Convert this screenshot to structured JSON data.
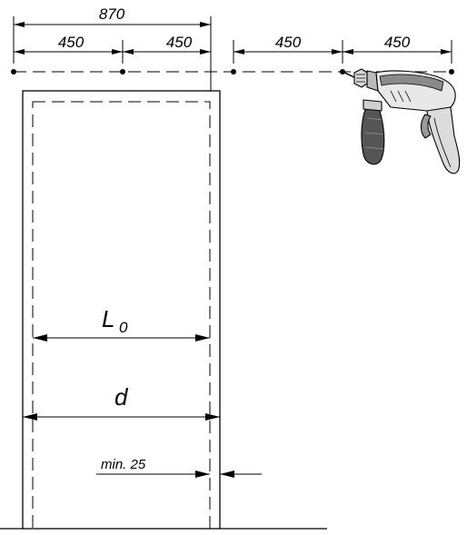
{
  "dimensions": {
    "total": "870",
    "spacing_1": "450",
    "spacing_2": "450",
    "spacing_3": "450",
    "spacing_4": "450"
  },
  "labels": {
    "opening_width_symbol": "L",
    "opening_width_subscript": "0",
    "door_width_symbol": "d",
    "min_gap": "min. 25"
  },
  "icons": {
    "drill": "power-drill-icon"
  }
}
